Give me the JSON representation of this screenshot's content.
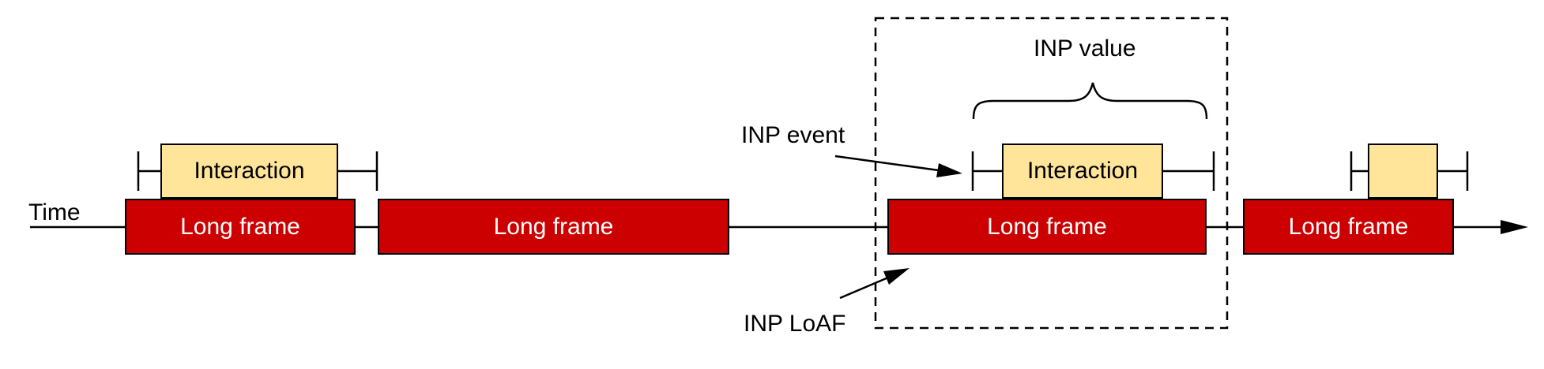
{
  "diagram": {
    "time_label": "Time",
    "inp_event_label": "INP event",
    "inp_value_label": "INP value",
    "inp_loaf_label": "INP LoAF"
  },
  "frames": [
    {
      "label": "Long frame"
    },
    {
      "label": "Long frame"
    },
    {
      "label": "Long frame"
    },
    {
      "label": "Long frame"
    }
  ],
  "interactions": [
    {
      "label": "Interaction"
    },
    {
      "label": "Interaction"
    },
    {
      "label": ""
    }
  ],
  "colors": {
    "frame_fill": "#cc0000",
    "frame_text": "#ffffff",
    "interaction_fill": "#ffe599",
    "stroke": "#000000",
    "background": "#ffffff"
  }
}
